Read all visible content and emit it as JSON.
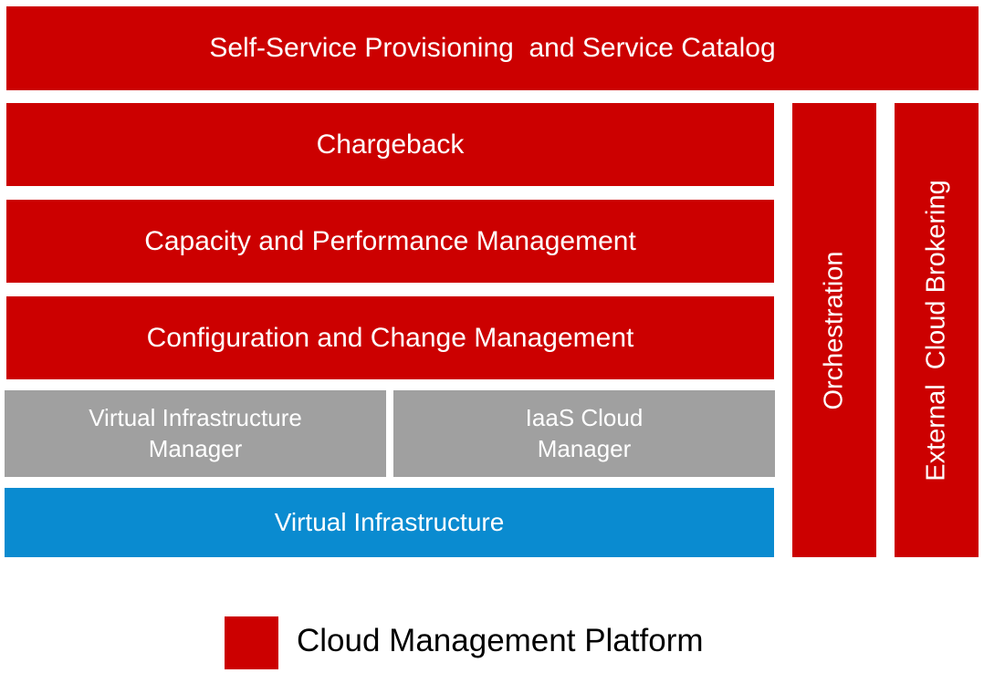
{
  "colors": {
    "platform_red": "#cc0000",
    "manager_gray": "#a0a0a0",
    "infrastructure_blue": "#0a8bd0"
  },
  "blocks": {
    "self_service": "Self-Service Provisioning  and Service Catalog",
    "chargeback": "Chargeback",
    "capacity": "Capacity and Performance Management",
    "configuration": "Configuration and Change Management",
    "virtual_infra_manager": "Virtual Infrastructure\nManager",
    "iaas_cloud_manager": "IaaS Cloud\nManager",
    "virtual_infrastructure": "Virtual Infrastructure",
    "orchestration": "Orchestration",
    "external_cloud_brokering": "External  Cloud Brokering"
  },
  "legend": {
    "label": "Cloud Management Platform",
    "swatch_color": "#cc0000"
  }
}
